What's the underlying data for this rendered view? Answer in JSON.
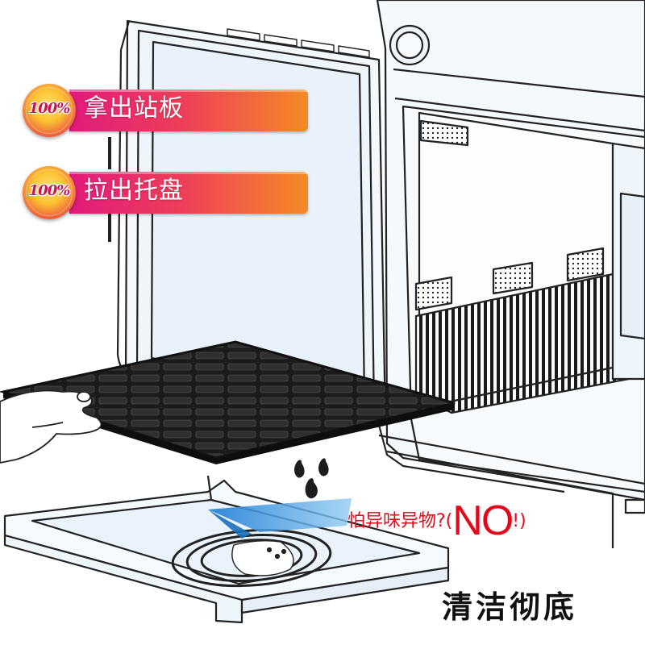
{
  "badges": [
    {
      "percent": "100%",
      "label": "拿出站板"
    },
    {
      "percent": "100%",
      "label": "拉出托盘"
    }
  ],
  "callout": {
    "question": "怕异味异物?(",
    "answer": "NO",
    "suffix": "!)"
  },
  "caption": "清洁彻底",
  "colors": {
    "badge_gradient_start": "#e21a7d",
    "badge_gradient_end": "#f58a24",
    "callout_red": "#e10a1a",
    "arrow_blue": "#2c8ddb"
  },
  "icons": [
    "water-drops-icon",
    "blue-arrow-icon"
  ]
}
